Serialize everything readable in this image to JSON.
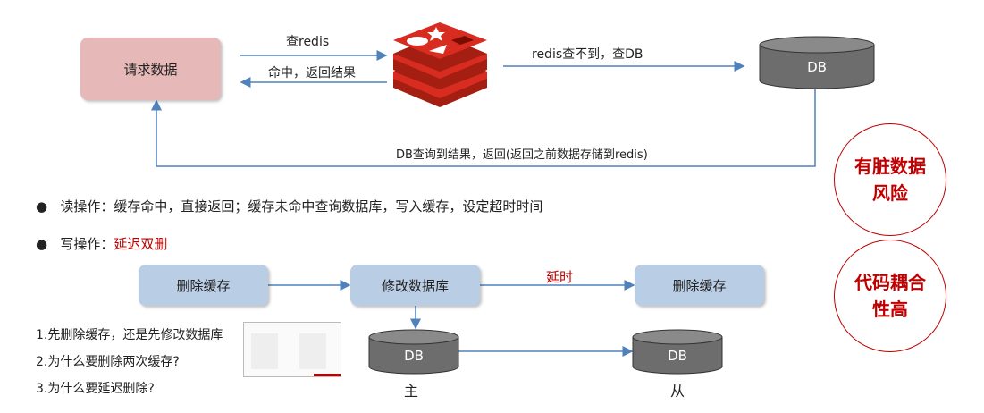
{
  "top": {
    "request_box": "请求数据",
    "query_redis": "查redis",
    "hit_return": "命中，返回结果",
    "redis_miss": "redis查不到，查DB",
    "db_label": "DB",
    "db_return": "DB查询到结果，返回(返回之前数据存储到redis)"
  },
  "bullets": [
    {
      "prefix": "读操作：",
      "text": "缓存命中，直接返回；缓存未命中查询数据库，写入缓存，设定超时时间"
    },
    {
      "prefix": "写操作：",
      "text": "延迟双删"
    }
  ],
  "flow": {
    "step1": "删除缓存",
    "step2": "修改数据库",
    "step3": "删除缓存",
    "delay": "延时",
    "db_master": "DB",
    "db_slave": "DB",
    "master": "主",
    "slave": "从"
  },
  "questions": [
    "1.先删除缓存，还是先修改数据库",
    "2.为什么要删除两次缓存?",
    "3.为什么要延迟删除?"
  ],
  "risks": [
    "有脏数据\n风险",
    "代码耦合\n性高"
  ],
  "colors": {
    "accent_red": "#c00000",
    "arrow": "#4f81bd",
    "pink": "#e6b8b8",
    "blue": "#b9cde5",
    "db": "#6d6d6d"
  }
}
